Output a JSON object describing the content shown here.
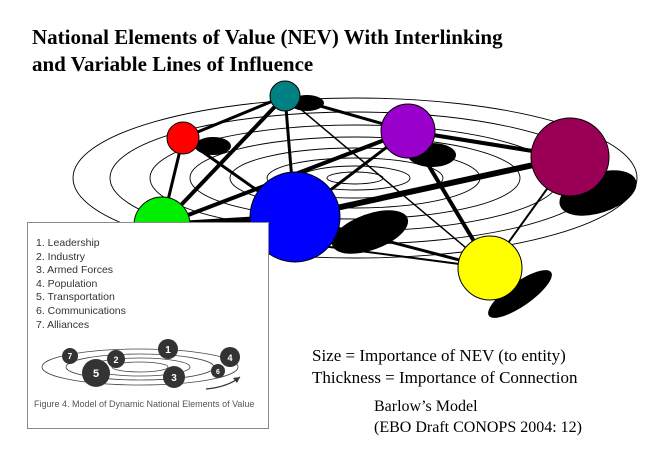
{
  "title": {
    "line1": "National Elements of Value (NEV) With Interlinking",
    "line2": "and Variable Lines of Influence"
  },
  "nodes": [
    {
      "id": "teal",
      "color": "#008080"
    },
    {
      "id": "red",
      "color": "#ff0000"
    },
    {
      "id": "purple",
      "color": "#9900cc"
    },
    {
      "id": "maroon",
      "color": "#990055"
    },
    {
      "id": "green",
      "color": "#00ee00"
    },
    {
      "id": "blue",
      "color": "#0000ff"
    },
    {
      "id": "yellow",
      "color": "#ffff00"
    }
  ],
  "inset": {
    "items": [
      "1. Leadership",
      "2. Industry",
      "3. Armed Forces",
      "4. Population",
      "5. Transportation",
      "6. Communications",
      "7. Alliances"
    ],
    "mini_labels": [
      "1",
      "2",
      "3",
      "4",
      "5",
      "6",
      "7"
    ],
    "caption": "Figure 4. Model of Dynamic National Elements of Value"
  },
  "notes": {
    "size": "Size = Importance of NEV (to entity)",
    "thickness": "Thickness = Importance of Connection"
  },
  "source": {
    "line1": "Barlow’s Model",
    "line2": "(EBO Draft CONOPS 2004: 12)"
  }
}
